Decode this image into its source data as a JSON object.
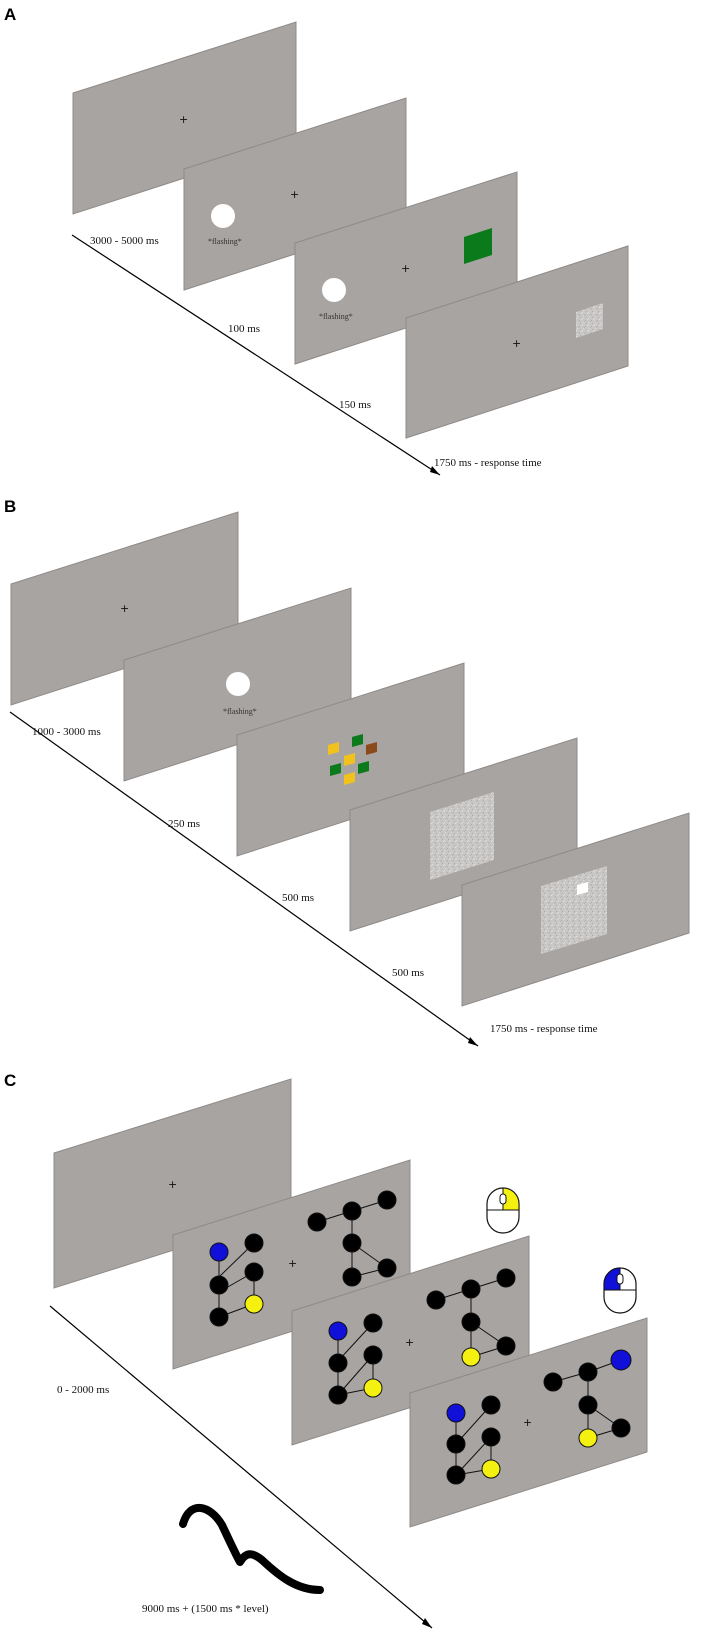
{
  "colors": {
    "screen": "#a8a4a2",
    "screen_edge": "#7a7674",
    "green": "#0a7a1a",
    "yellow_patch": "#f2c21c",
    "brown": "#8b4a1c",
    "blue": "#1010d8",
    "yellow": "#f4f010",
    "noise": "#c4c2c0"
  },
  "panels": {
    "a": {
      "letter": "A",
      "flashing_1": "*flashing*",
      "flashing_2": "*flashing*",
      "timings": [
        "3000 - 5000 ms",
        "100 ms",
        "150 ms",
        "1750 ms - response time"
      ]
    },
    "b": {
      "letter": "B",
      "flashing": "*flashing*",
      "timings": [
        "1000 - 3000 ms",
        "250 ms",
        "500 ms",
        "500 ms",
        "1750 ms - response time"
      ]
    },
    "c": {
      "letter": "C",
      "timings": [
        "0 - 2000 ms",
        "9000 ms + (1500 ms * level)"
      ]
    }
  },
  "fixation_symbol": "+"
}
